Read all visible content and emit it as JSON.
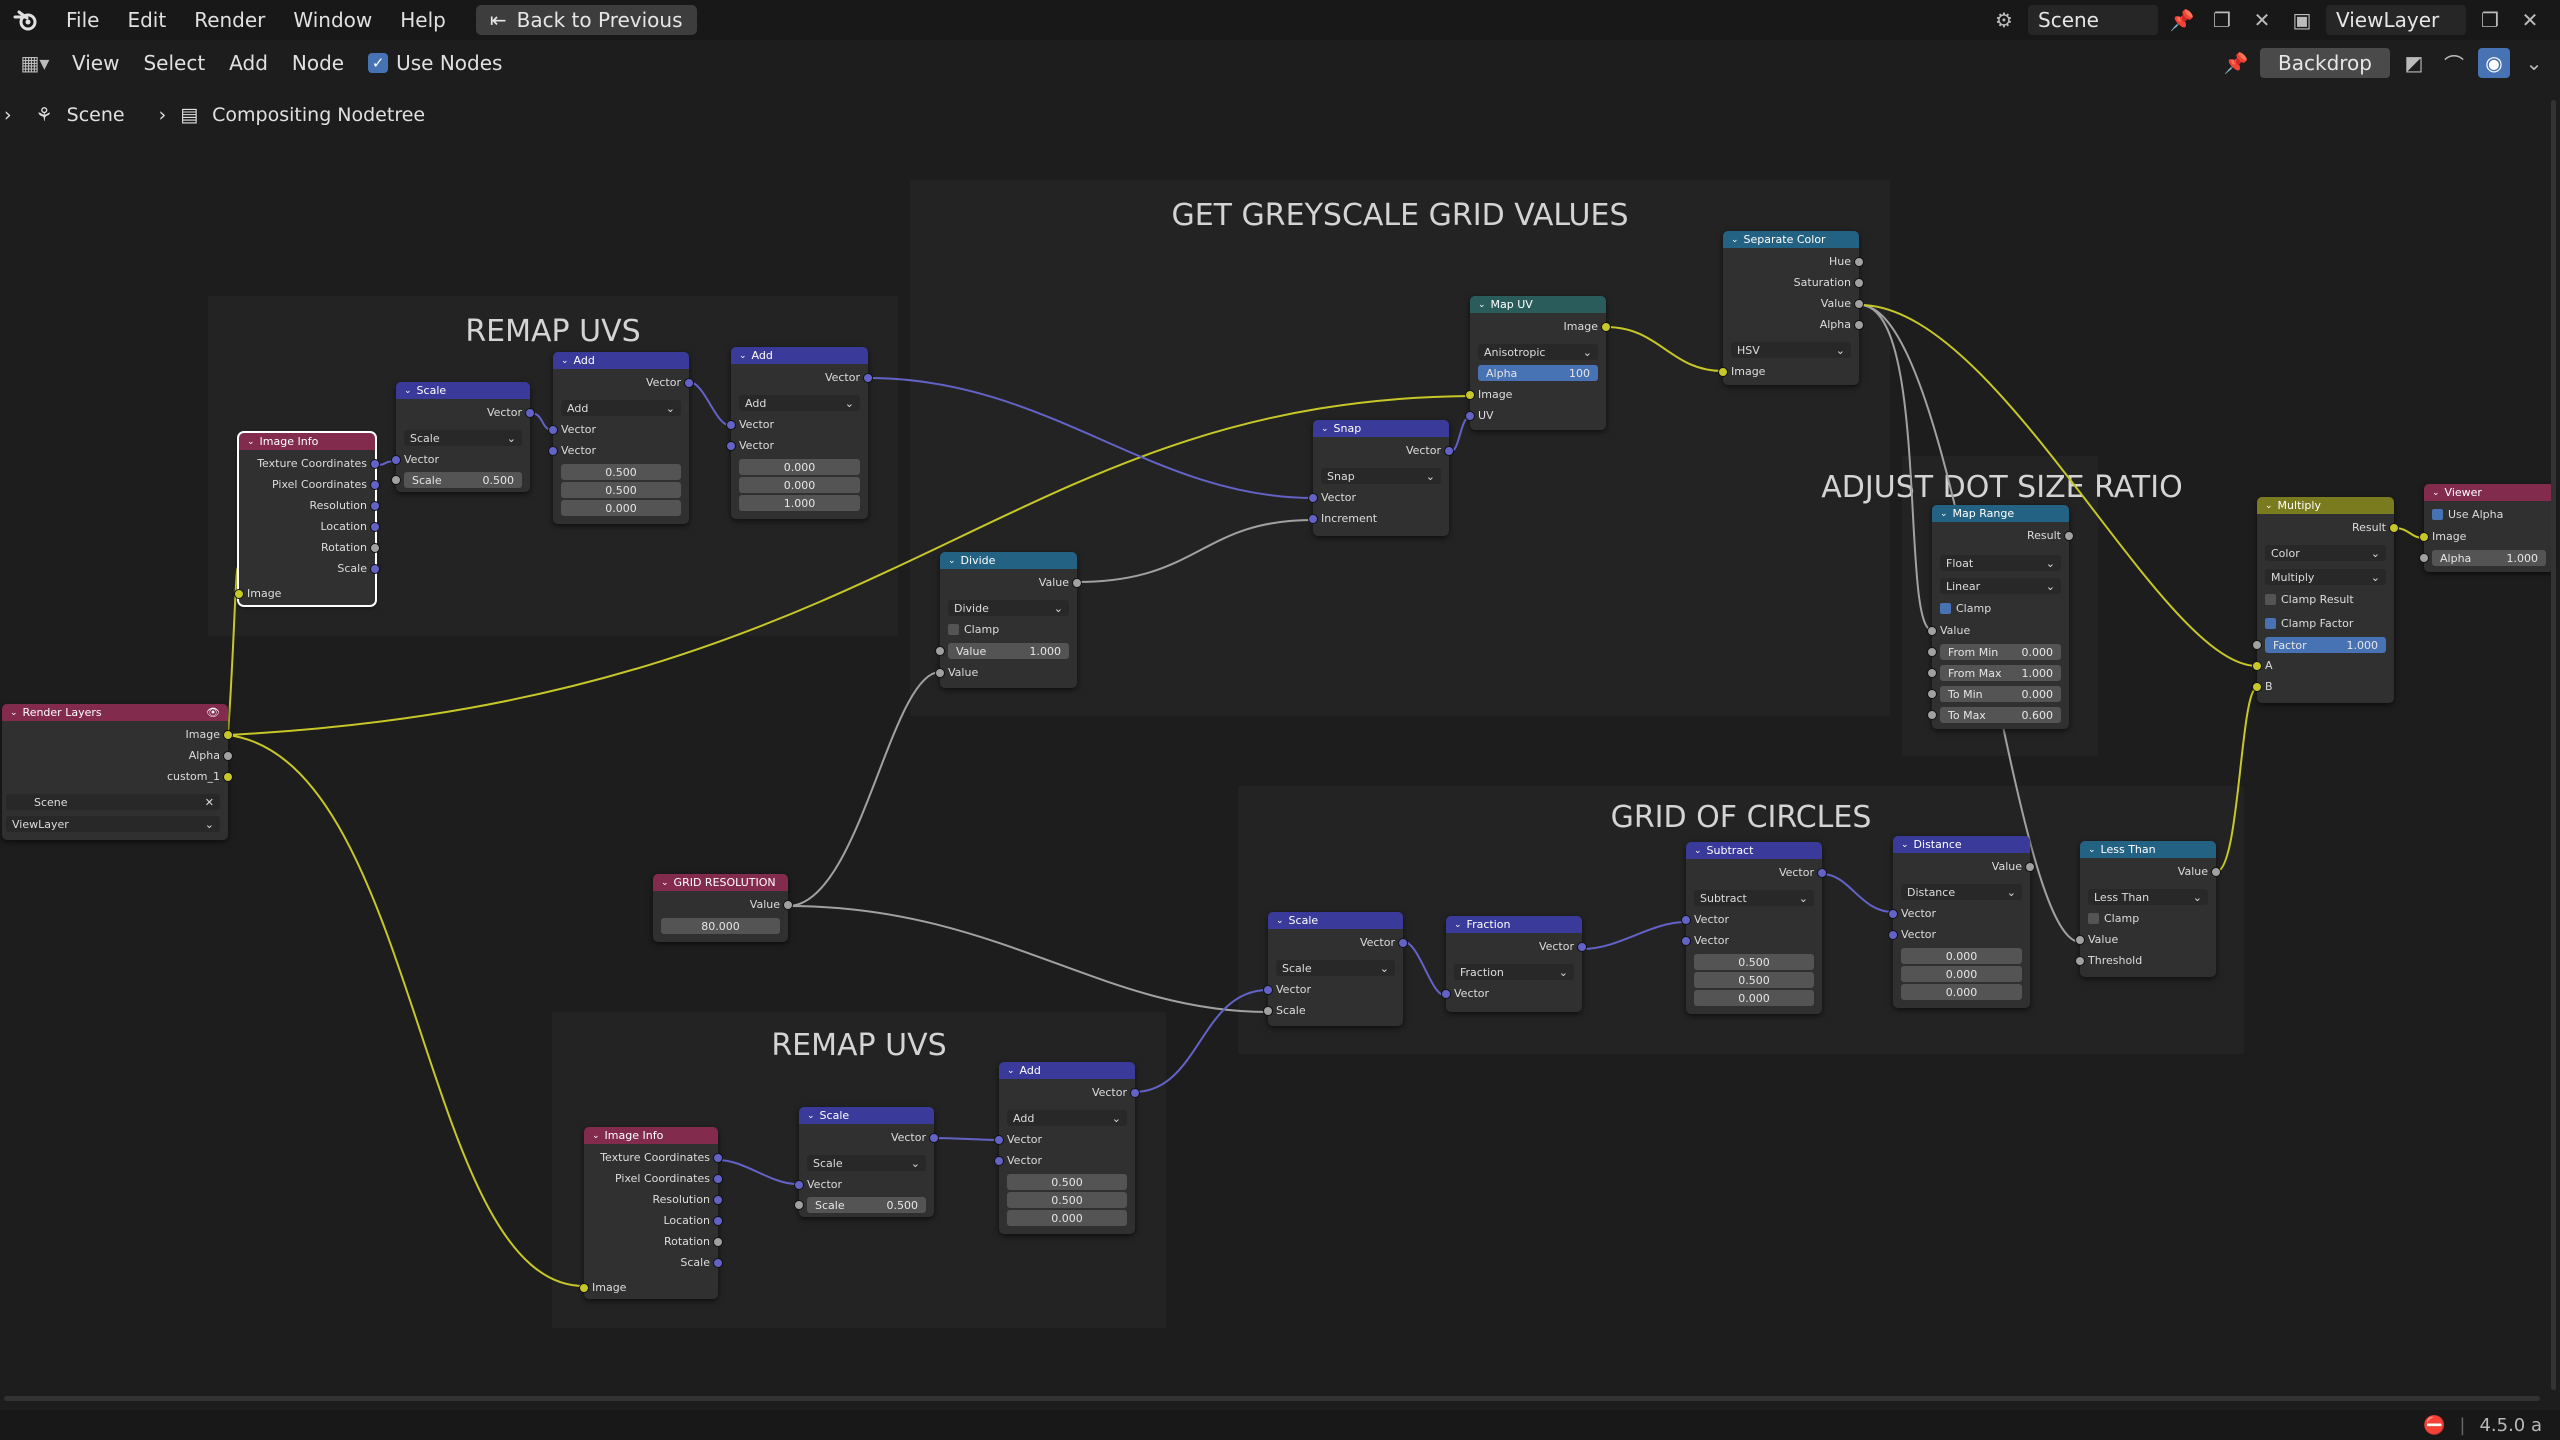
{
  "menu": {
    "file": "File",
    "edit": "Edit",
    "render": "Render",
    "window": "Window",
    "help": "Help",
    "back": "Back to Previous"
  },
  "top_right": {
    "scene": "Scene",
    "view_layer": "ViewLayer"
  },
  "header": {
    "view": "View",
    "select": "Select",
    "add": "Add",
    "node": "Node",
    "use_nodes": "Use Nodes",
    "backdrop": "Backdrop"
  },
  "breadcrumb": {
    "scene": "Scene",
    "tree": "Compositing Nodetree"
  },
  "frames": {
    "remap1": "REMAP UVS",
    "grey": "GET GREYSCALE GRID VALUES",
    "dot": "ADJUST DOT SIZE RATIO",
    "circles": "GRID OF CIRCLES",
    "remap2": "REMAP UVS"
  },
  "nodes": {
    "render_layers": {
      "title": "Render Layers",
      "image": "Image",
      "alpha": "Alpha",
      "custom": "custom_1",
      "scene": "Scene",
      "view_layer": "ViewLayer"
    },
    "image_info1": {
      "title": "Image Info",
      "tc": "Texture Coordinates",
      "pc": "Pixel Coordinates",
      "res": "Resolution",
      "loc": "Location",
      "rot": "Rotation",
      "scale": "Scale",
      "image": "Image"
    },
    "scale1": {
      "title": "Scale",
      "vector_out": "Vector",
      "mode": "Scale",
      "vector": "Vector",
      "scale_label": "Scale",
      "scale_val": "0.500"
    },
    "add1": {
      "title": "Add",
      "vector_out": "Vector",
      "mode": "Add",
      "v1": "Vector",
      "v2": "Vector",
      "x": "0.500",
      "y": "0.500",
      "z": "0.000"
    },
    "add2": {
      "title": "Add",
      "vector_out": "Vector",
      "mode": "Add",
      "v1": "Vector",
      "v2": "Vector",
      "x": "0.000",
      "y": "0.000",
      "z": "1.000"
    },
    "divide": {
      "title": "Divide",
      "value_out": "Value",
      "mode": "Divide",
      "clamp": "Clamp",
      "val_label": "Value",
      "val": "1.000",
      "value_in": "Value"
    },
    "snap": {
      "title": "Snap",
      "vector_out": "Vector",
      "mode": "Snap",
      "vector": "Vector",
      "increment": "Increment"
    },
    "map_uv": {
      "title": "Map UV",
      "image_out": "Image",
      "filter": "Anisotropic",
      "alpha_label": "Alpha",
      "alpha": "100",
      "image": "Image",
      "uv": "UV"
    },
    "sep_color": {
      "title": "Separate Color",
      "hue": "Hue",
      "sat": "Saturation",
      "value": "Value",
      "alpha": "Alpha",
      "mode": "HSV",
      "image": "Image"
    },
    "map_range": {
      "title": "Map Range",
      "result": "Result",
      "type": "Float",
      "interp": "Linear",
      "clamp": "Clamp",
      "value": "Value",
      "from_min_l": "From Min",
      "from_min": "0.000",
      "from_max_l": "From Max",
      "from_max": "1.000",
      "to_min_l": "To Min",
      "to_min": "0.000",
      "to_max_l": "To Max",
      "to_max": "0.600"
    },
    "multiply": {
      "title": "Multiply",
      "result": "Result",
      "type": "Color",
      "mode": "Multiply",
      "clamp_result": "Clamp Result",
      "clamp_factor": "Clamp Factor",
      "factor_l": "Factor",
      "factor": "1.000",
      "a": "A",
      "b": "B"
    },
    "viewer": {
      "title": "Viewer",
      "use_alpha": "Use Alpha",
      "image": "Image",
      "alpha_l": "Alpha",
      "alpha": "1.000"
    },
    "grid_res": {
      "title": "GRID RESOLUTION",
      "value": "Value",
      "val": "80.000"
    },
    "scale2": {
      "title": "Scale",
      "vector_out": "Vector",
      "mode": "Scale",
      "vector": "Vector",
      "scale": "Scale"
    },
    "fraction": {
      "title": "Fraction",
      "vector_out": "Vector",
      "mode": "Fraction",
      "vector": "Vector"
    },
    "subtract": {
      "title": "Subtract",
      "vector_out": "Vector",
      "mode": "Subtract",
      "v1": "Vector",
      "v2": "Vector",
      "x": "0.500",
      "y": "0.500",
      "z": "0.000"
    },
    "distance": {
      "title": "Distance",
      "value_out": "Value",
      "mode": "Distance",
      "v1": "Vector",
      "v2": "Vector",
      "x": "0.000",
      "y": "0.000",
      "z": "0.000"
    },
    "less_than": {
      "title": "Less Than",
      "value_out": "Value",
      "mode": "Less Than",
      "clamp": "Clamp",
      "value": "Value",
      "threshold": "Threshold"
    },
    "image_info2": {
      "title": "Image Info",
      "tc": "Texture Coordinates",
      "pc": "Pixel Coordinates",
      "res": "Resolution",
      "loc": "Location",
      "rot": "Rotation",
      "scale": "Scale",
      "image": "Image"
    },
    "scale3": {
      "title": "Scale",
      "vector_out": "Vector",
      "mode": "Scale",
      "vector": "Vector",
      "scale_label": "Scale",
      "scale_val": "0.500"
    },
    "add3": {
      "title": "Add",
      "vector_out": "Vector",
      "mode": "Add",
      "v1": "Vector",
      "v2": "Vector",
      "x": "0.500",
      "y": "0.500",
      "z": "0.000"
    }
  },
  "status": {
    "version": "4.5.0 a"
  },
  "colors": {
    "vector_header": "#3a3a9a",
    "input_header": "#832b4d",
    "converter_header": "#246283",
    "color_header": "#7a7a1e",
    "socket_yellow": "#c7c729",
    "socket_purple": "#6363c7",
    "socket_grey": "#a1a1a1",
    "accent": "#4772b3"
  }
}
